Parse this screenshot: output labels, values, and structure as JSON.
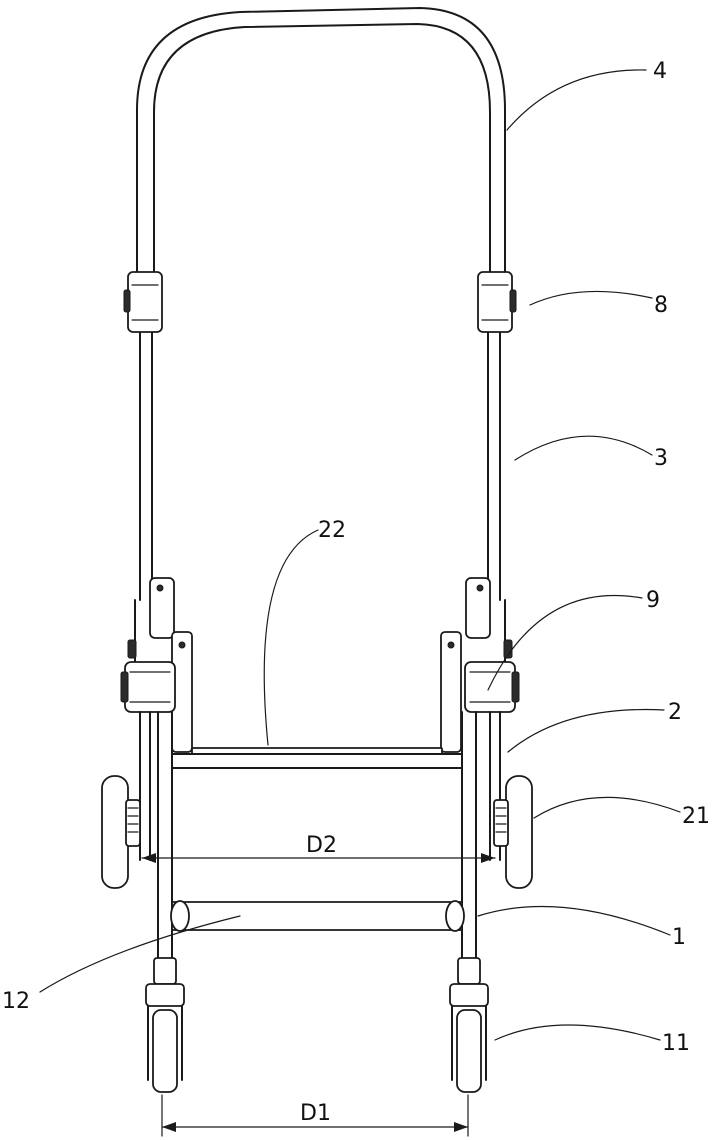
{
  "labels": {
    "l4": "4",
    "l8": "8",
    "l3": "3",
    "l22": "22",
    "l9": "9",
    "l2": "2",
    "l21": "21",
    "l1": "1",
    "l12": "12",
    "l11": "11"
  },
  "dimensions": {
    "d2": "D2",
    "d1": "D1"
  }
}
